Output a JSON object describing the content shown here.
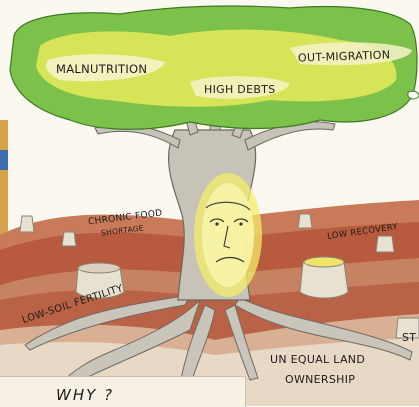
{
  "labels": {
    "malnutrition": "MALNUTRITION",
    "high_debts": "HIGH DEBTS",
    "out_migration": "OUT-MIGRATION",
    "chronic_food_line1": "CHRONIC FOOD",
    "chronic_food_line2": "SHORTAGE",
    "low_recovery": "LOW RECOVERY",
    "low_soil_fertility": "LOW-SOIL FERTILITY",
    "partial_edge_text": "ST",
    "unequal_land_line1": "UN EQUAL LAND",
    "unequal_land_line2": "OWNERSHIP",
    "why": "WHY ?"
  },
  "colors": {
    "canopy_green": "#7cc24a",
    "canopy_yellow": "#e6ea5a",
    "soil_brown": "#b4553a",
    "trunk_gray": "#b7b4aa",
    "face_glow": "#f2ee6a",
    "sky": "#fbf8f0"
  }
}
